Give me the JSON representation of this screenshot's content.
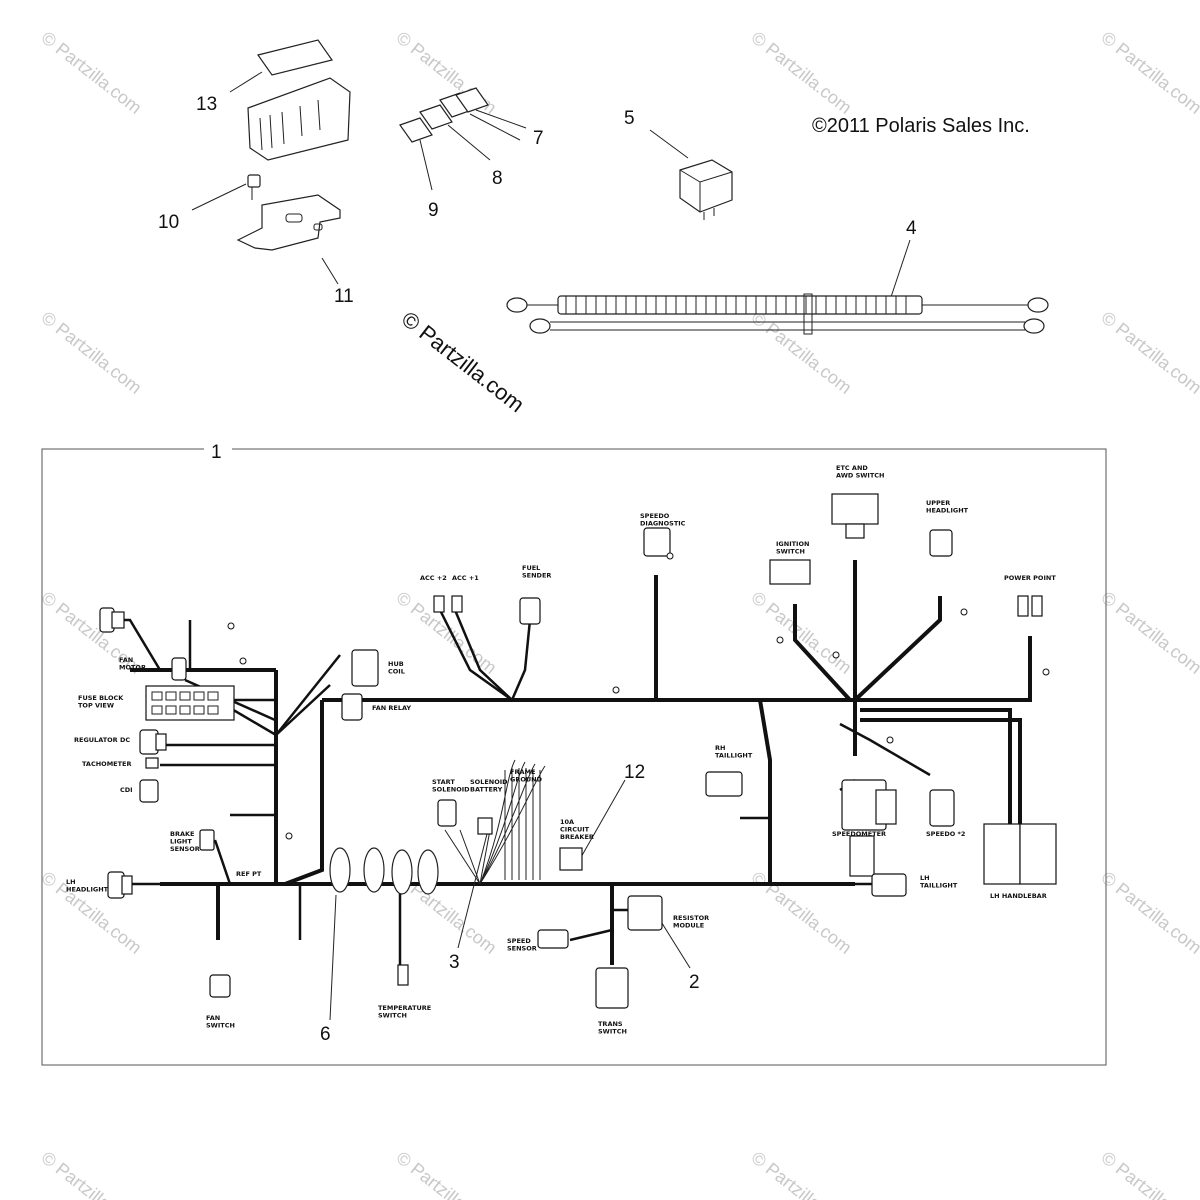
{
  "copyright": "©2011 Polaris Sales Inc.",
  "watermark": {
    "center": "© Partzilla.com",
    "tile": "© Partzilla.com"
  },
  "callouts": {
    "c1": "1",
    "c2": "2",
    "c3": "3",
    "c4": "4",
    "c5": "5",
    "c6": "6",
    "c7": "7",
    "c8": "8",
    "c9": "9",
    "c10": "10",
    "c11": "11",
    "c12": "12",
    "c13": "13"
  },
  "components": {
    "fan_motor": "FAN\nMOTOR",
    "fuse_block": "FUSE BLOCK\nTOP VIEW",
    "regulator": "REGULATOR DC",
    "tachometer": "TACHOMETER",
    "cdi": "CDI",
    "brake_light": "BRAKE\nLIGHT\nSENSOR",
    "lh_headlight": "LH\nHEADLIGHT",
    "fan_switch": "FAN\nSWITCH",
    "hub_coil": "HUB\nCOIL",
    "fan_relay": "FAN RELAY",
    "acc2": "ACC +2",
    "acc1": "ACC +1",
    "fuel_sender": "FUEL\nSENDER",
    "speedo_diag": "SPEEDO\nDIAGNOSTIC",
    "etc_awd": "ETC AND\nAWD SWITCH",
    "ignition": "IGNITION\nSWITCH",
    "upper_headlight": "UPPER\nHEADLIGHT",
    "power_point": "POWER POINT",
    "start_solenoid": "START\nSOLENOID",
    "solenoid_battery": "SOLENOID\nBATTERY",
    "frame_ground": "FRAME\nGROUND",
    "circuit_breaker": "10A\nCIRCUIT\nBREAKER",
    "rh_taillight": "RH\nTAILLIGHT",
    "speedometer": "SPEEDOMETER",
    "speedo2": "SPEEDO *2",
    "lh_taillight": "LH\nTAILLIGHT",
    "lh_handlebar": "LH HANDLEBAR",
    "resistor_module": "RESISTOR\nMODULE",
    "speed_sensor": "SPEED\nSENSOR",
    "trans_switch": "TRANS\nSWITCH",
    "temp_switch": "TEMPERATURE\nSWITCH",
    "ref_pt": "REF PT"
  }
}
